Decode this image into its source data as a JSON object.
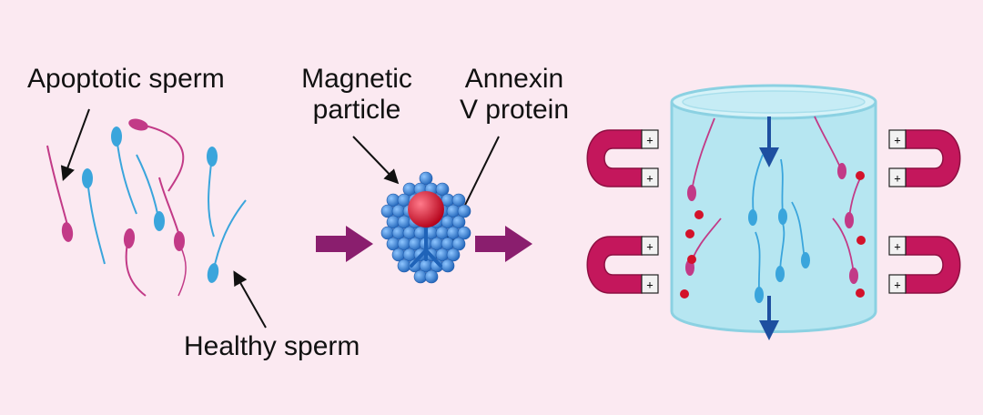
{
  "labels": {
    "apoptotic_sperm": "Apoptotic sperm",
    "magnetic_line1": "Magnetic",
    "magnetic_line2": "particle",
    "annexin_line1": "Annexin",
    "annexin_line2": "V protein",
    "healthy_sperm": "Healthy sperm"
  },
  "colors": {
    "background": "#fbe9f1",
    "apoptotic_sperm": "#c23a87",
    "healthy_sperm": "#3aa5dc",
    "magnetic_particle": "#d3122a",
    "annexin_bead": "#2f7fd6",
    "process_arrow": "#8a1e6e",
    "magnet": "#c4175c",
    "column": "#9ddcea",
    "flow_arrow": "#1e4fa0"
  },
  "icons": [
    "magnet-icon",
    "sperm-icon",
    "arrow-icon"
  ]
}
